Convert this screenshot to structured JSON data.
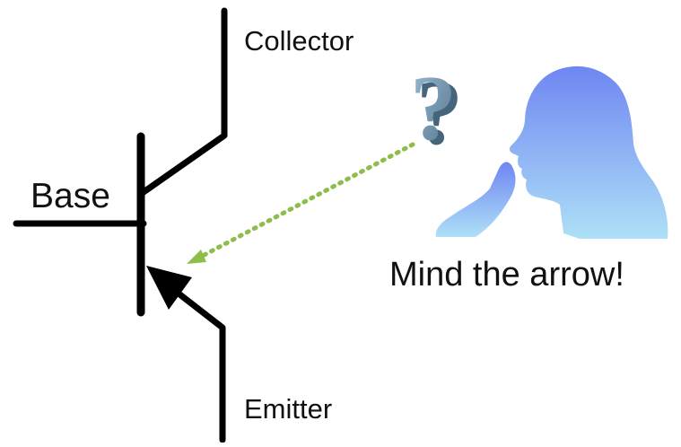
{
  "labels": {
    "collector": "Collector",
    "base": "Base",
    "emitter": "Emitter",
    "caption": "Mind the arrow!"
  },
  "icons": {
    "thinker": "thinking-person-icon",
    "question": "question-mark-icon"
  },
  "colors": {
    "wire": "#000000",
    "dotted_pointer": "#8fbd4a",
    "question_mark": "#6f8fa8",
    "person_top": "#6f86f2",
    "person_bottom": "#aee0f7"
  }
}
